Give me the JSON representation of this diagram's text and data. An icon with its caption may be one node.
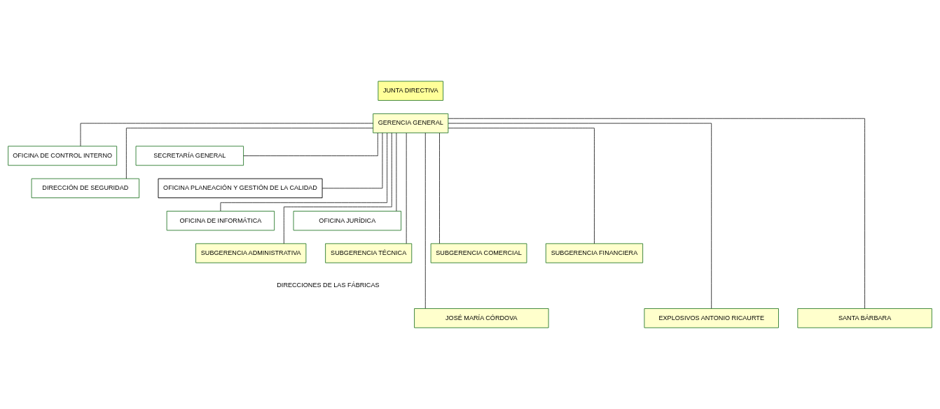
{
  "diagram": {
    "nodes": [
      {
        "text": [
          "JUNTA DIRECTIVA"
        ]
      },
      {
        "text": [
          "GERENCIA GENERAL"
        ]
      },
      {
        "text": [
          "OFICINA DE CONTROL INTERNO"
        ]
      },
      {
        "text": [
          "SECRETARÍA GENERAL"
        ]
      },
      {
        "text": [
          "DIRECCIÓN DE SEGURIDAD"
        ]
      },
      {
        "text": [
          "OFICINA PLANEACIÓN Y GESTIÓN DE LA CALIDAD"
        ]
      },
      {
        "text": [
          "OFICINA DE INFORMÁTICA"
        ]
      },
      {
        "text": [
          "OFICINA JURÍDICA"
        ]
      },
      {
        "text": [
          "SUBGERENCIA ADMINISTRATIVA"
        ]
      },
      {
        "text": [
          "SUBGERENCIA TÉCNICA"
        ]
      },
      {
        "text": [
          "SUBGERENCIA COMERCIAL"
        ]
      },
      {
        "text": [
          "SUBGERENCIA FINANCIERA"
        ]
      },
      {
        "text": [
          "JOSÉ MARÍA CÓRDOVA"
        ]
      },
      {
        "text": [
          "EXPLOSIVOS ANTONIO RICAURTE"
        ]
      },
      {
        "text": [
          "SANTA BÁRBARA"
        ]
      }
    ],
    "edges": [
      {
        "from": 1,
        "to": 2,
        "arrow": "none"
      },
      {
        "from": 1,
        "to": 3,
        "arrow": "none"
      },
      {
        "from": 1,
        "to": 4,
        "arrow": "none"
      },
      {
        "from": 1,
        "to": 5,
        "arrow": "none"
      },
      {
        "from": 1,
        "to": 6,
        "arrow": "none"
      },
      {
        "from": 1,
        "to": 7,
        "arrow": "none"
      },
      {
        "from": 1,
        "to": 8,
        "arrow": "none"
      },
      {
        "from": 1,
        "to": 9,
        "arrow": "none"
      },
      {
        "from": 1,
        "to": 10,
        "arrow": "none"
      },
      {
        "from": 1,
        "to": 11,
        "arrow": "none"
      },
      {
        "from": 1,
        "to": 12,
        "arrow": "none"
      },
      {
        "from": 1,
        "to": 13,
        "arrow": "none"
      },
      {
        "from": 1,
        "to": 14,
        "arrow": "none"
      }
    ],
    "labels": [
      "DIRECCIONES DE LAS FÁBRICAS"
    ]
  }
}
